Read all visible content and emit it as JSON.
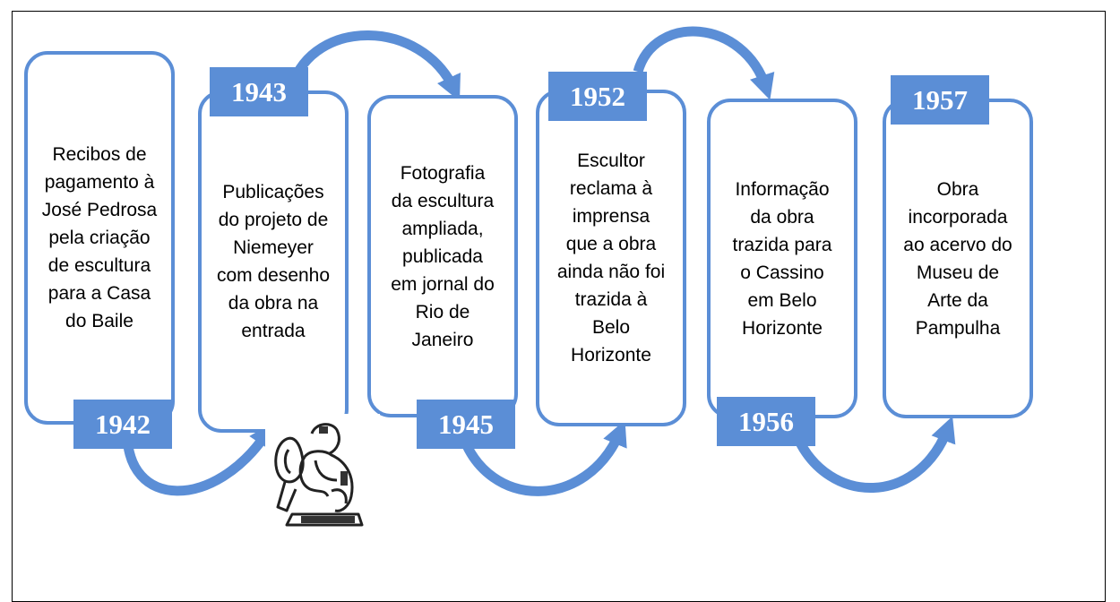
{
  "timeline": [
    {
      "year": "1942",
      "text": "Recibos de\npagamento à\nJosé Pedrosa\npela criação\nde escultura\npara a Casa\ndo Baile"
    },
    {
      "year": "1943",
      "text": "Publicações\ndo projeto de\nNiemeyer\ncom desenho\nda obra na\nentrada"
    },
    {
      "year": "1945",
      "text": "Fotografia\nda escultura\nampliada,\npublicada\nem jornal do\nRio de\nJaneiro"
    },
    {
      "year": "1952",
      "text": "Escultor\nreclama à\nimprensa\nque a obra\nainda não foi\ntrazida à\nBelo\nHorizonte"
    },
    {
      "year": "1956",
      "text": "Informação\nda obra\ntrazida para\no Cassino\nem Belo\nHorizonte"
    },
    {
      "year": "1957",
      "text": "Obra\nincorporada\nao acervo do\nMuseu de\nArte da\nPampulha"
    }
  ],
  "colors": {
    "accent": "#5b8ed6",
    "text": "#000000",
    "year_text": "#ffffff"
  },
  "icons": [
    "sculpture-sketch-icon"
  ]
}
